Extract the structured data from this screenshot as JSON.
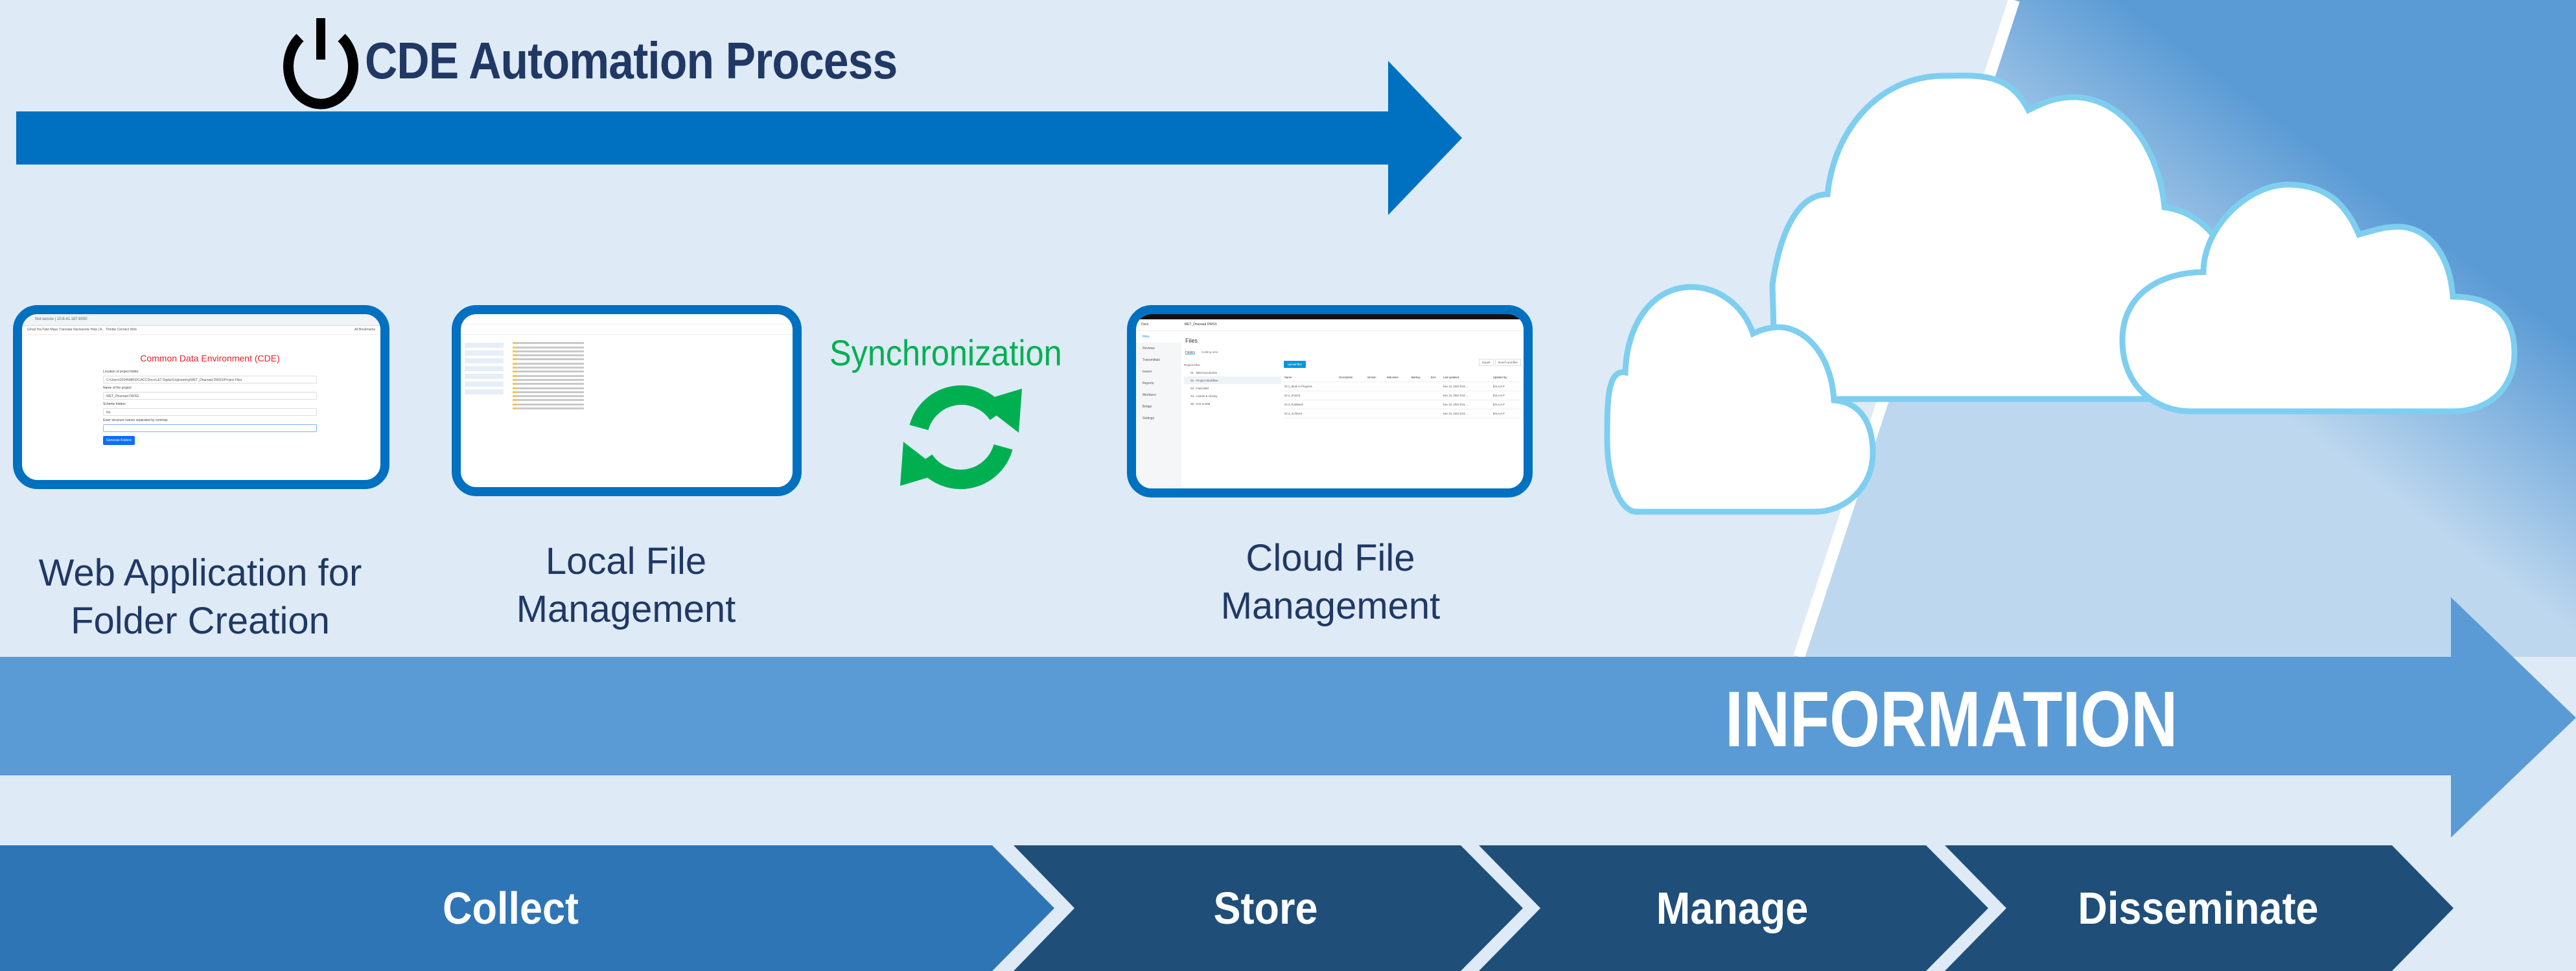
{
  "title": "CDE Automation Process",
  "title_icon": "power-icon",
  "colors": {
    "title": "#203864",
    "process_arrow": "#0070c0",
    "information": "#5b9bd5",
    "collect": "#2e75b6",
    "stages": "#1f4e79",
    "sync": "#00b050",
    "cloud_stroke": "#7ecef0",
    "background": "#deeaf6"
  },
  "sync_label": "Synchronization",
  "sync_icon": "sync-arrows-icon",
  "steps": [
    {
      "line1": "Web Application for",
      "line2": "Folder Creation"
    },
    {
      "line1": "Local File",
      "line2": "Management"
    },
    {
      "line1": "Cloud File",
      "line2": "Management"
    }
  ],
  "information_label": "INFORMATION",
  "stages": [
    "Collect",
    "Store",
    "Manage",
    "Disseminate"
  ],
  "web_app": {
    "address": "Not secure | 10.8.41.187:8000",
    "bookmarks": "Gmail   YouTube   Maps   Translate   Navisworks Help | A...   Trimble Connect Web",
    "all_bookmarks": "All Bookmarks",
    "heading": "Common Data Environment (CDE)",
    "fields": [
      {
        "label": "Location of project folder",
        "value": "C:\\Users\\20345985\\DC\\ACCDocs\\L&T Digital Engineering\\WET_Dharwad DWSS\\Project Files"
      },
      {
        "label": "Name of the project",
        "value": "WET_Dharwad DWSS"
      },
      {
        "label": "Scheme folders",
        "value": "No"
      },
      {
        "label": "Enter structure names separated by commas",
        "value": ""
      }
    ],
    "button": "Generate Folders"
  },
  "cloud_app": {
    "module": "Docs",
    "project": "WET_Dharwad DWSS",
    "sidebar": [
      "Files",
      "Reviews",
      "Transmittals",
      "Issues",
      "Reports",
      "Members",
      "Bridge",
      "Settings"
    ],
    "page_title": "Files",
    "tabs": [
      "Folders",
      "Holding area"
    ],
    "tree": [
      "Project Files",
      "01 - BIM Documents",
      "02 - Project Workflow",
      "03 - Field BIM",
      "04 - Assets & Library",
      "05 - GIS & BIM"
    ],
    "upload": "Upload files",
    "export": "Export",
    "search": "Search and filter",
    "columns": [
      "Name",
      "Description",
      "Version",
      "Indicators",
      "Markup",
      "Size",
      "Last updated",
      "Updated by"
    ],
    "rows": [
      {
        "name": "02.1_Work In Progress",
        "updated": "Nov 22, 2023 9:52 ...",
        "by": "BALAJI P"
      },
      {
        "name": "02.2_Shared",
        "updated": "Nov 22, 2023 9:52 ...",
        "by": "BALAJI P"
      },
      {
        "name": "02.3_Published",
        "updated": "Nov 22, 2023 9:51 ...",
        "by": "BALAJI P"
      },
      {
        "name": "02.4_Archived",
        "updated": "Nov 22, 2023 9:52 ...",
        "by": "BALAJI P"
      }
    ]
  }
}
